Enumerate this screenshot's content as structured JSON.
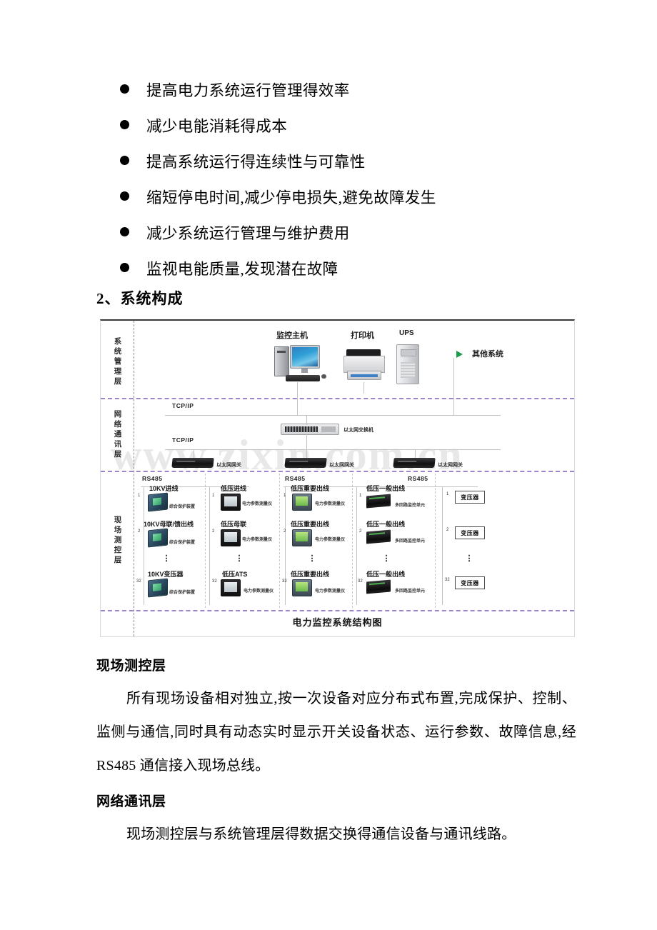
{
  "bullets": [
    {
      "text": "提高电力系统运行管理得效率"
    },
    {
      "text": "减少电能消耗得成本"
    },
    {
      "text": "提高系统运行得连续性与可靠性"
    },
    {
      "text": "缩短停电时间,减少停电损失,避免故障发生"
    },
    {
      "text": "减少系统运行管理与维护费用"
    },
    {
      "text": "监视电能质量,发现潜在故障"
    }
  ],
  "section_heading": {
    "number": "2",
    "separator": "、",
    "title": "系统构成"
  },
  "diagram": {
    "caption": "电力监控系统结构图",
    "watermark": "www.zixin.com.cn",
    "layers": [
      {
        "name": "系统管理层",
        "chars": [
          "系",
          "统",
          "管",
          "理",
          "层"
        ]
      },
      {
        "name": "网络通讯层",
        "chars": [
          "网",
          "络",
          "通",
          "讯",
          "层"
        ]
      },
      {
        "name": "现场测控层",
        "chars": [
          "现",
          "场",
          "测",
          "控",
          "层"
        ]
      }
    ],
    "management_layer": {
      "devices": [
        {
          "label": "监控主机",
          "icon": "computer-icon"
        },
        {
          "label": "打印机",
          "icon": "printer-icon"
        },
        {
          "label": "UPS",
          "icon": "ups-icon"
        }
      ],
      "external": {
        "label": "其他系统",
        "arrow_color": "#1c9c4d"
      }
    },
    "network_layer": {
      "protocol_labels": [
        "TCP/IP",
        "TCP/IP"
      ],
      "switch": {
        "label": "以太网交换机",
        "icon": "switch-icon"
      },
      "gateways": [
        {
          "label": "以太网网关",
          "icon": "gateway-icon"
        },
        {
          "label": "以太网网关",
          "icon": "gateway-icon"
        },
        {
          "label": "以太网网关",
          "icon": "gateway-icon"
        }
      ],
      "bus_labels": [
        "RS485",
        "RS485",
        "RS485"
      ]
    },
    "field_layer": {
      "columns": [
        {
          "device_type": "综合保护装置",
          "rows": [
            {
              "index": "1",
              "title": "10KV进线"
            },
            {
              "index": "2",
              "title": "10KV母联/馈出线"
            },
            {
              "index": "32",
              "title": "10KV变压器"
            }
          ]
        },
        {
          "device_type": "电力参数测量仪",
          "rows": [
            {
              "index": "1",
              "title": "低压进线"
            },
            {
              "index": "2",
              "title": "低压母联"
            },
            {
              "index": "32",
              "title": "低压ATS"
            }
          ]
        },
        {
          "device_type": "电力参数测量仪",
          "rows": [
            {
              "index": "1",
              "title": "低压重要出线"
            },
            {
              "index": "2",
              "title": "低压重要出线"
            },
            {
              "index": "32",
              "title": "低压重要出线"
            }
          ]
        },
        {
          "device_type": "多回路监控单元",
          "rows": [
            {
              "index": "1",
              "title": "低压一般出线"
            },
            {
              "index": "2",
              "title": "低压一般出线"
            },
            {
              "index": "32",
              "title": "低压一般出线"
            }
          ]
        },
        {
          "device_type": "变压器",
          "rows": [
            {
              "index": "1",
              "title": "变压器"
            },
            {
              "index": "2",
              "title": "变压器"
            },
            {
              "index": "32",
              "title": "变压器"
            }
          ]
        }
      ],
      "vertical_ellipsis": "⋮"
    }
  },
  "sections": [
    {
      "heading": "现场测控层",
      "body": "所有现场设备相对独立,按一次设备对应分布式布置,完成保护、控制、监侧与通信,同时具有动态实时显示开关设备状态、运行参数、故障信息,经 RS485 通信接入现场总线。"
    },
    {
      "heading": "网络通讯层",
      "body": "现场测控层与系统管理层得数据交换得通信设备与通讯线路。"
    }
  ]
}
